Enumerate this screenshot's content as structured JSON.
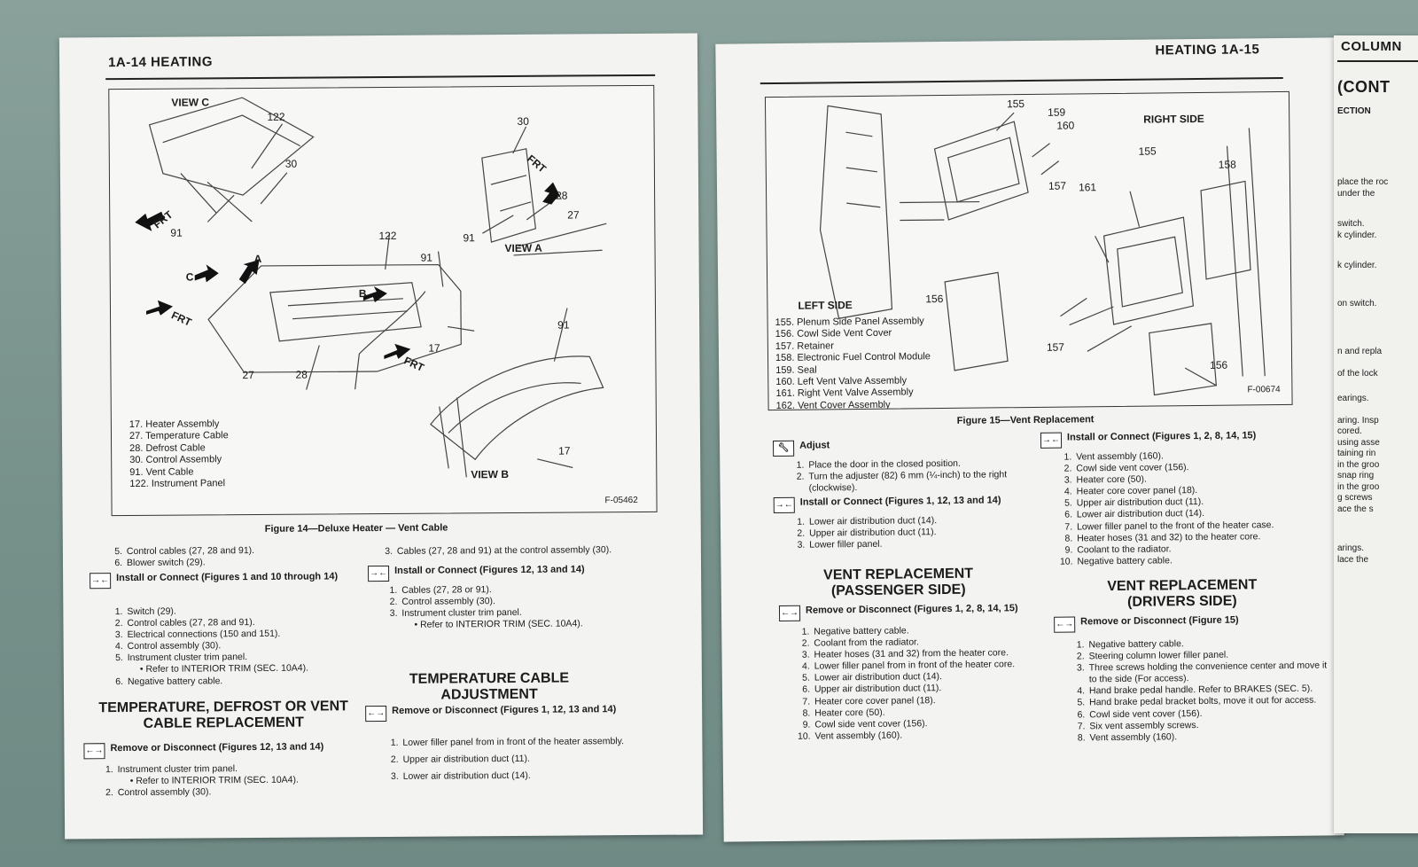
{
  "left_page": {
    "header": "1A-14 HEATING",
    "figure": {
      "labels": {
        "view_c": "VIEW C",
        "view_a": "VIEW A",
        "view_b": "VIEW B",
        "frt1": "FRT",
        "frt2": "FRT",
        "frt3": "FRT",
        "frt4": "FRT",
        "arrow_c": "C",
        "arrow_a": "A",
        "arrow_b": "B"
      },
      "callouts": [
        "122",
        "30",
        "91",
        "30",
        "28",
        "27",
        "91",
        "122",
        "91",
        "17",
        "27",
        "28",
        "91",
        "17"
      ],
      "legend": [
        "17.  Heater Assembly",
        "27.  Temperature Cable",
        "28.  Defrost Cable",
        "30.  Control Assembly",
        "91.  Vent Cable",
        "122.  Instrument Panel"
      ],
      "figure_id": "F-05462",
      "caption": "Figure 14—Deluxe Heater — Vent Cable"
    },
    "col1_list_a": [
      "Control cables (27, 28 and 91).",
      "Blower switch (29)."
    ],
    "col1_install_heading": "Install or Connect (Figures 1 and 10 through 14)",
    "col1_install_items": [
      "Switch (29).",
      "Control cables (27, 28 and 91).",
      "Electrical connections (150 and 151).",
      "Control assembly (30).",
      "Instrument cluster trim panel.",
      "Negative battery cable."
    ],
    "col1_install_sub": "•  Refer to INTERIOR TRIM (SEC. 10A4).",
    "section_title": "TEMPERATURE, DEFROST OR VENT CABLE REPLACEMENT",
    "col1_remove_heading": "Remove or Disconnect (Figures 12, 13 and 14)",
    "col1_remove_items": [
      "Instrument cluster trim panel.",
      "Control assembly (30)."
    ],
    "col1_remove_sub": "•  Refer to INTERIOR TRIM (SEC. 10A4).",
    "col2_item3": "Cables (27, 28 and 91) at the control assembly (30).",
    "col2_install_heading": "Install or Connect (Figures 12, 13 and 14)",
    "col2_install_items": [
      "Cables (27, 28 or 91).",
      "Control assembly (30).",
      "Instrument cluster trim panel."
    ],
    "col2_install_sub": "•  Refer to INTERIOR TRIM (SEC. 10A4).",
    "adj_title": "TEMPERATURE CABLE ADJUSTMENT",
    "col2_remove_heading": "Remove or Disconnect (Figures 1, 12, 13 and 14)",
    "col2_remove_items": [
      "Lower filler panel from in front of the heater assembly.",
      "Upper air distribution duct (11).",
      "Lower air distribution duct (14)."
    ]
  },
  "right_page": {
    "header": "HEATING 1A-15",
    "figure": {
      "labels": {
        "right_side": "RIGHT SIDE",
        "left_side": "LEFT SIDE"
      },
      "callouts": [
        "155",
        "159",
        "160",
        "155",
        "158",
        "157",
        "161",
        "156",
        "157",
        "156"
      ],
      "legend": [
        "155.  Plenum Side Panel Assembly",
        "156.  Cowl Side Vent Cover",
        "157.  Retainer",
        "158.  Electronic Fuel Control Module",
        "159.  Seal",
        "160.  Left Vent Valve Assembly",
        "161.  Right Vent Valve Assembly",
        "162.  Vent Cover Assembly"
      ],
      "figure_id": "F-00674",
      "caption": "Figure 15—Vent Replacement"
    },
    "adjust_heading": "Adjust",
    "adjust_items": [
      "Place the door in the closed position.",
      "Turn the adjuster (82) 6 mm (¼-inch) to the right (clockwise)."
    ],
    "install1_heading": "Install or Connect (Figures 1, 12, 13 and 14)",
    "install1_items": [
      "Lower air distribution duct (14).",
      "Upper air distribution duct (11).",
      "Lower filler panel."
    ],
    "passenger_title": "VENT REPLACEMENT (PASSENGER SIDE)",
    "passenger_remove_heading": "Remove or Disconnect (Figures 1, 2, 8, 14, 15)",
    "passenger_remove_items": [
      "Negative battery cable.",
      "Coolant from the radiator.",
      "Heater hoses (31 and 32) from the heater core.",
      "Lower filler panel from in front of the heater core.",
      "Lower air distribution duct (14).",
      "Upper air distribution duct (11).",
      "Heater core cover panel (18).",
      "Heater core (50).",
      "Cowl side vent cover (156).",
      "Vent assembly (160)."
    ],
    "install2_heading": "Install or Connect (Figures 1, 2, 8, 14, 15)",
    "install2_items": [
      "Vent assembly (160).",
      "Cowl side vent cover (156).",
      "Heater core (50).",
      "Heater core cover panel (18).",
      "Upper air distribution duct (11).",
      "Lower air distribution duct (14).",
      "Lower filler panel to the front of the heater case.",
      "Heater hoses (31 and 32) to the heater core.",
      "Coolant to the radiator.",
      "Negative battery cable."
    ],
    "drivers_title": "VENT REPLACEMENT (DRIVERS SIDE)",
    "drivers_remove_heading": "Remove or Disconnect (Figure 15)",
    "drivers_remove_items": [
      "Negative battery cable.",
      "Steering column lower filler panel.",
      "Three screws holding the convenience center and move it to the side (For access).",
      "Hand brake pedal handle. Refer to BRAKES (SEC. 5).",
      "Hand brake pedal bracket bolts, move it out for access.",
      "Cowl side vent cover (156).",
      "Six vent assembly screws.",
      "Vent assembly (160)."
    ]
  },
  "edge_page": {
    "header": "COLUMN",
    "sub": "(CONT",
    "section": "ECTION",
    "fragments": [
      "place the roc",
      "under the",
      "switch.",
      "k cylinder.",
      "k cylinder.",
      "on switch.",
      "n and repla",
      "of the lock",
      "earings.",
      "aring. Insp",
      "cored.",
      "using asse",
      "taining rin",
      "in the groo",
      "snap ring",
      "in the groo",
      "g screws",
      "ace the s",
      "arings.",
      "lace the"
    ]
  },
  "icons": {
    "install": "→←",
    "remove": "←→",
    "adjust": "wrench-icon"
  }
}
